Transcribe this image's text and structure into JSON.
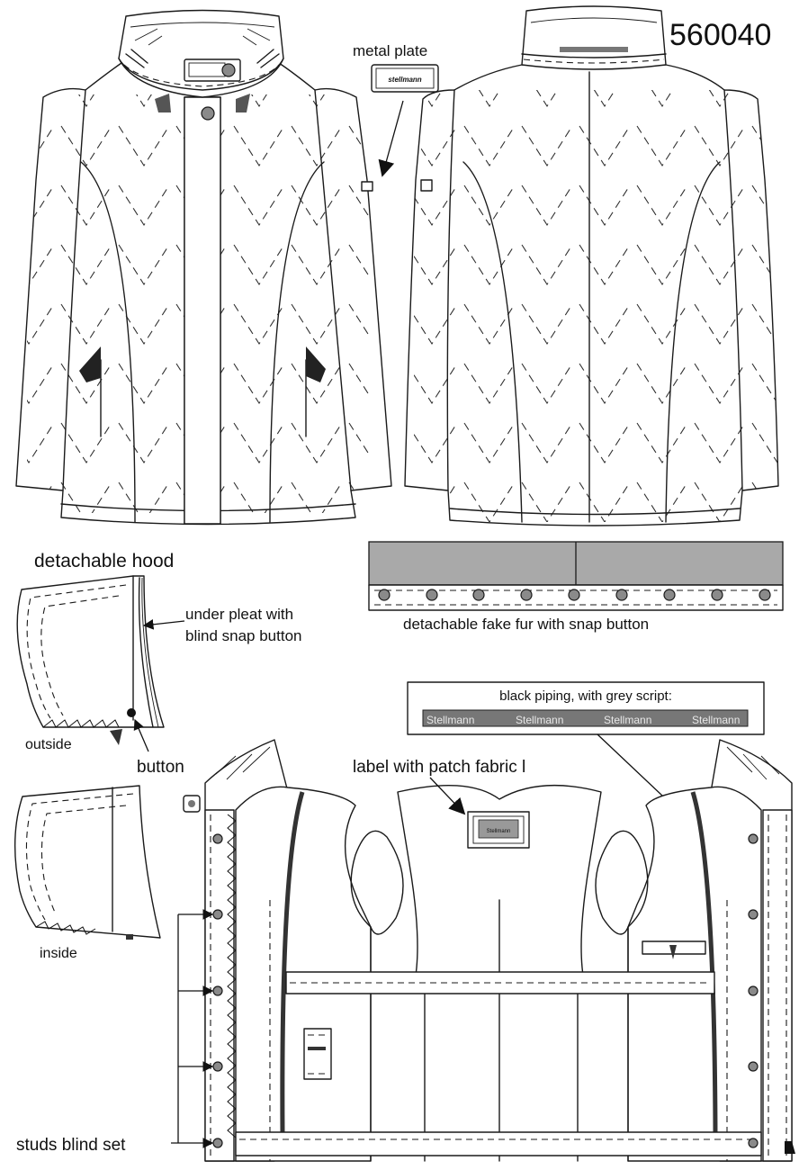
{
  "style_number": "560040",
  "labels": {
    "metal_plate": "metal plate",
    "metal_plate_brand": "stellmann",
    "detachable_hood": "detachable hood",
    "under_pleat": [
      "under pleat with",
      "blind snap button"
    ],
    "outside": "outside",
    "button": "button",
    "inside": "inside",
    "fake_fur": "detachable fake fur with snap button",
    "piping_title": "black piping, with grey script:",
    "piping_script": [
      "Stellmann",
      "Stellmann",
      "Stellmann",
      "Stellmann"
    ],
    "patch_label": "label with patch fabric l",
    "patch_label_inner": "Stellmann",
    "studs": "studs blind set"
  }
}
